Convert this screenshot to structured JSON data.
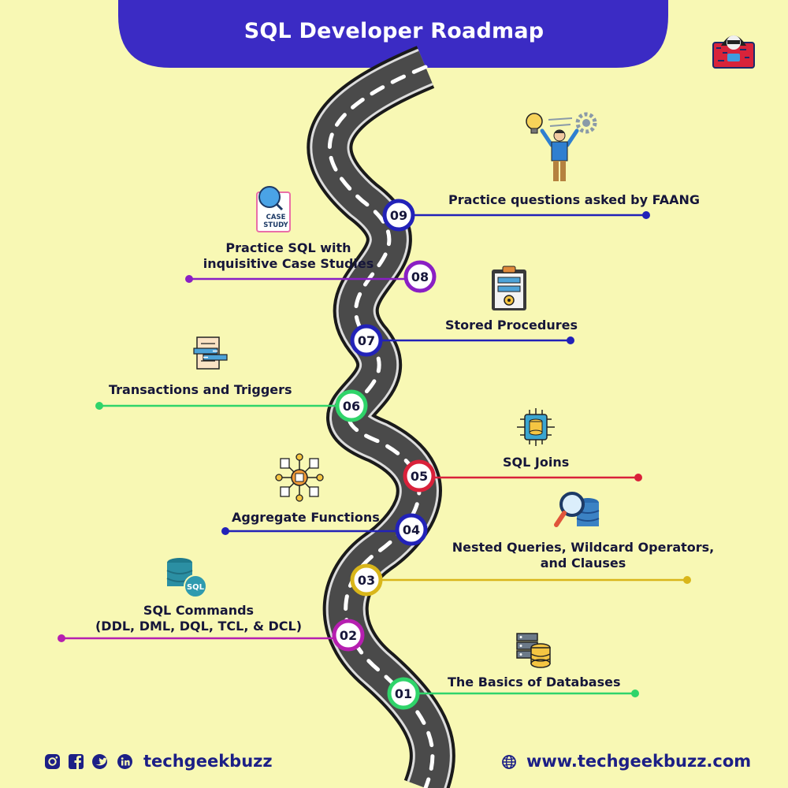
{
  "header": {
    "title": "SQL Developer Roadmap"
  },
  "steps": [
    {
      "number": "01",
      "label": "The Basics of Databases",
      "icon": "database-server-icon",
      "color": "#2fd46a"
    },
    {
      "number": "02",
      "label_line1": "SQL Commands",
      "label_line2": "(DDL, DML, DQL, TCL, & DCL)",
      "icon": "sql-database-icon",
      "color": "#b61fb0"
    },
    {
      "number": "03",
      "label_line1": "Nested Queries, Wildcard Operators,",
      "label_line2": "and Clauses",
      "icon": "magnifier-database-icon",
      "color": "#d9b61a"
    },
    {
      "number": "04",
      "label": "Aggregate Functions",
      "icon": "aggregate-network-icon",
      "color": "#2222b8"
    },
    {
      "number": "05",
      "label": "SQL Joins",
      "icon": "joins-chip-icon",
      "color": "#d9213a"
    },
    {
      "number": "06",
      "label": "Transactions and Triggers",
      "icon": "transaction-document-icon",
      "color": "#2fd46a"
    },
    {
      "number": "07",
      "label": "Stored Procedures",
      "icon": "clipboard-gear-icon",
      "color": "#2222b8"
    },
    {
      "number": "08",
      "label_line1": "Practice SQL with",
      "label_line2": "inquisitive Case Studies",
      "icon": "case-study-icon",
      "color": "#8a1fc4",
      "badge_line1": "CASE",
      "badge_line2": "STUDY"
    },
    {
      "number": "09",
      "label": "Practice questions asked by FAANG",
      "icon": "person-idea-icon",
      "color": "#2222b8"
    }
  ],
  "footer": {
    "social": [
      "instagram-icon",
      "facebook-icon",
      "twitter-icon",
      "linkedin-icon"
    ],
    "brand": "techgeekbuzz",
    "website": "www.techgeekbuzz.com"
  },
  "colors": {
    "background": "#f8f8b4",
    "header": "#3b2bc4",
    "road": "#4a4a4a",
    "brand": "#1c1f86"
  }
}
